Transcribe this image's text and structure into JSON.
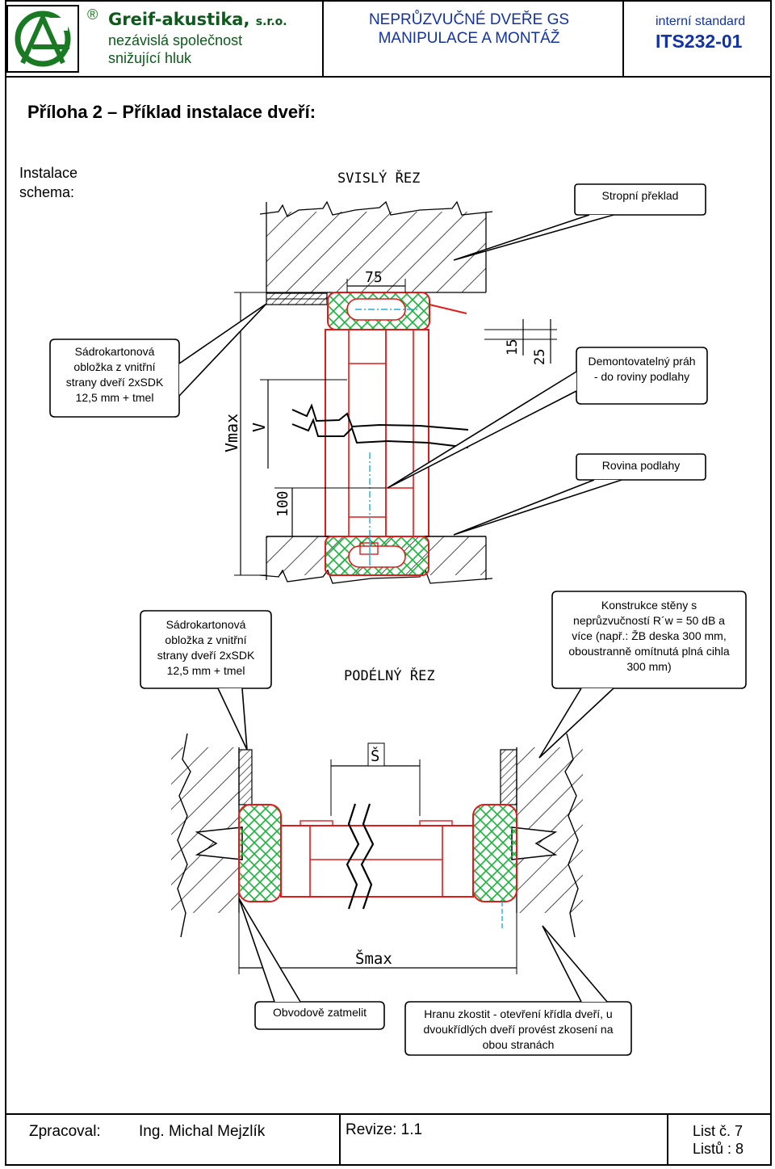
{
  "header": {
    "registered": "®",
    "company_name": "Greif-akustika,",
    "company_suffix": "s.r.o.",
    "company_line2": "nezávislá společnost",
    "company_line3": "snižující hluk",
    "title_line1": "NEPRŮZVUČNÉ DVEŘE GS",
    "title_line2": "MANIPULACE A MONTÁŽ",
    "standard_label": "interní standard",
    "standard_code": "ITS232-01"
  },
  "page_title": "Příloha 2 – Příklad instalace dveří:",
  "install_label_line1": "Instalace",
  "install_label_line2": "schema:",
  "drawing": {
    "section_vertical": "SVISLÝ ŘEZ",
    "section_longitudinal": "PODÉLNÝ ŘEZ",
    "dim_75": "75",
    "dim_15": "15",
    "dim_25": "25",
    "dim_vmax": "Vmax",
    "dim_v": "V",
    "dim_100": "100",
    "dim_s": "Š",
    "dim_smax": "Šmax"
  },
  "callouts": {
    "stropni_preklad": "Stropní překlad",
    "sadrokarton_top": [
      "Sádrokartonová",
      "obložka z vnitřní",
      "strany dveří 2xSDK",
      "12,5 mm + tmel"
    ],
    "demontovatelny_prah": [
      "Demontovatelný práh",
      "- do roviny podlahy"
    ],
    "rovina_podlahy": "Rovina podlahy",
    "sadrokarton_bottom": [
      "Sádrokartonová",
      "obložka z vnitřní",
      "strany dveří 2xSDK",
      "12,5 mm + tmel"
    ],
    "konstrukce_steny": [
      "Konstrukce stěny s",
      "neprůzvučností R´w = 50 dB a",
      "více (např.: ŽB deska 300 mm,",
      "oboustranně omítnutá plná cihla",
      "300 mm)"
    ],
    "obvodove_zatmelit": "Obvodově zatmelit",
    "hranu_zkostit": [
      "Hranu zkostit - otevření křídla dveří, u",
      "dvoukřídlých dveří provést zkosení na",
      "obou stranách"
    ]
  },
  "footer": {
    "prepared_label": "Zpracoval:",
    "author": "Ing. Michal Mejzlík",
    "revision": "Revize: 1.1",
    "sheet": "List č. 7",
    "sheets_total": "Listů : 8"
  },
  "colors": {
    "frame_red": "#e01b1b",
    "seal_green": "#19b33a",
    "cyan_axis": "#1eaee0",
    "brand_green": "#0d5a1c",
    "title_blue": "#1233a0"
  }
}
